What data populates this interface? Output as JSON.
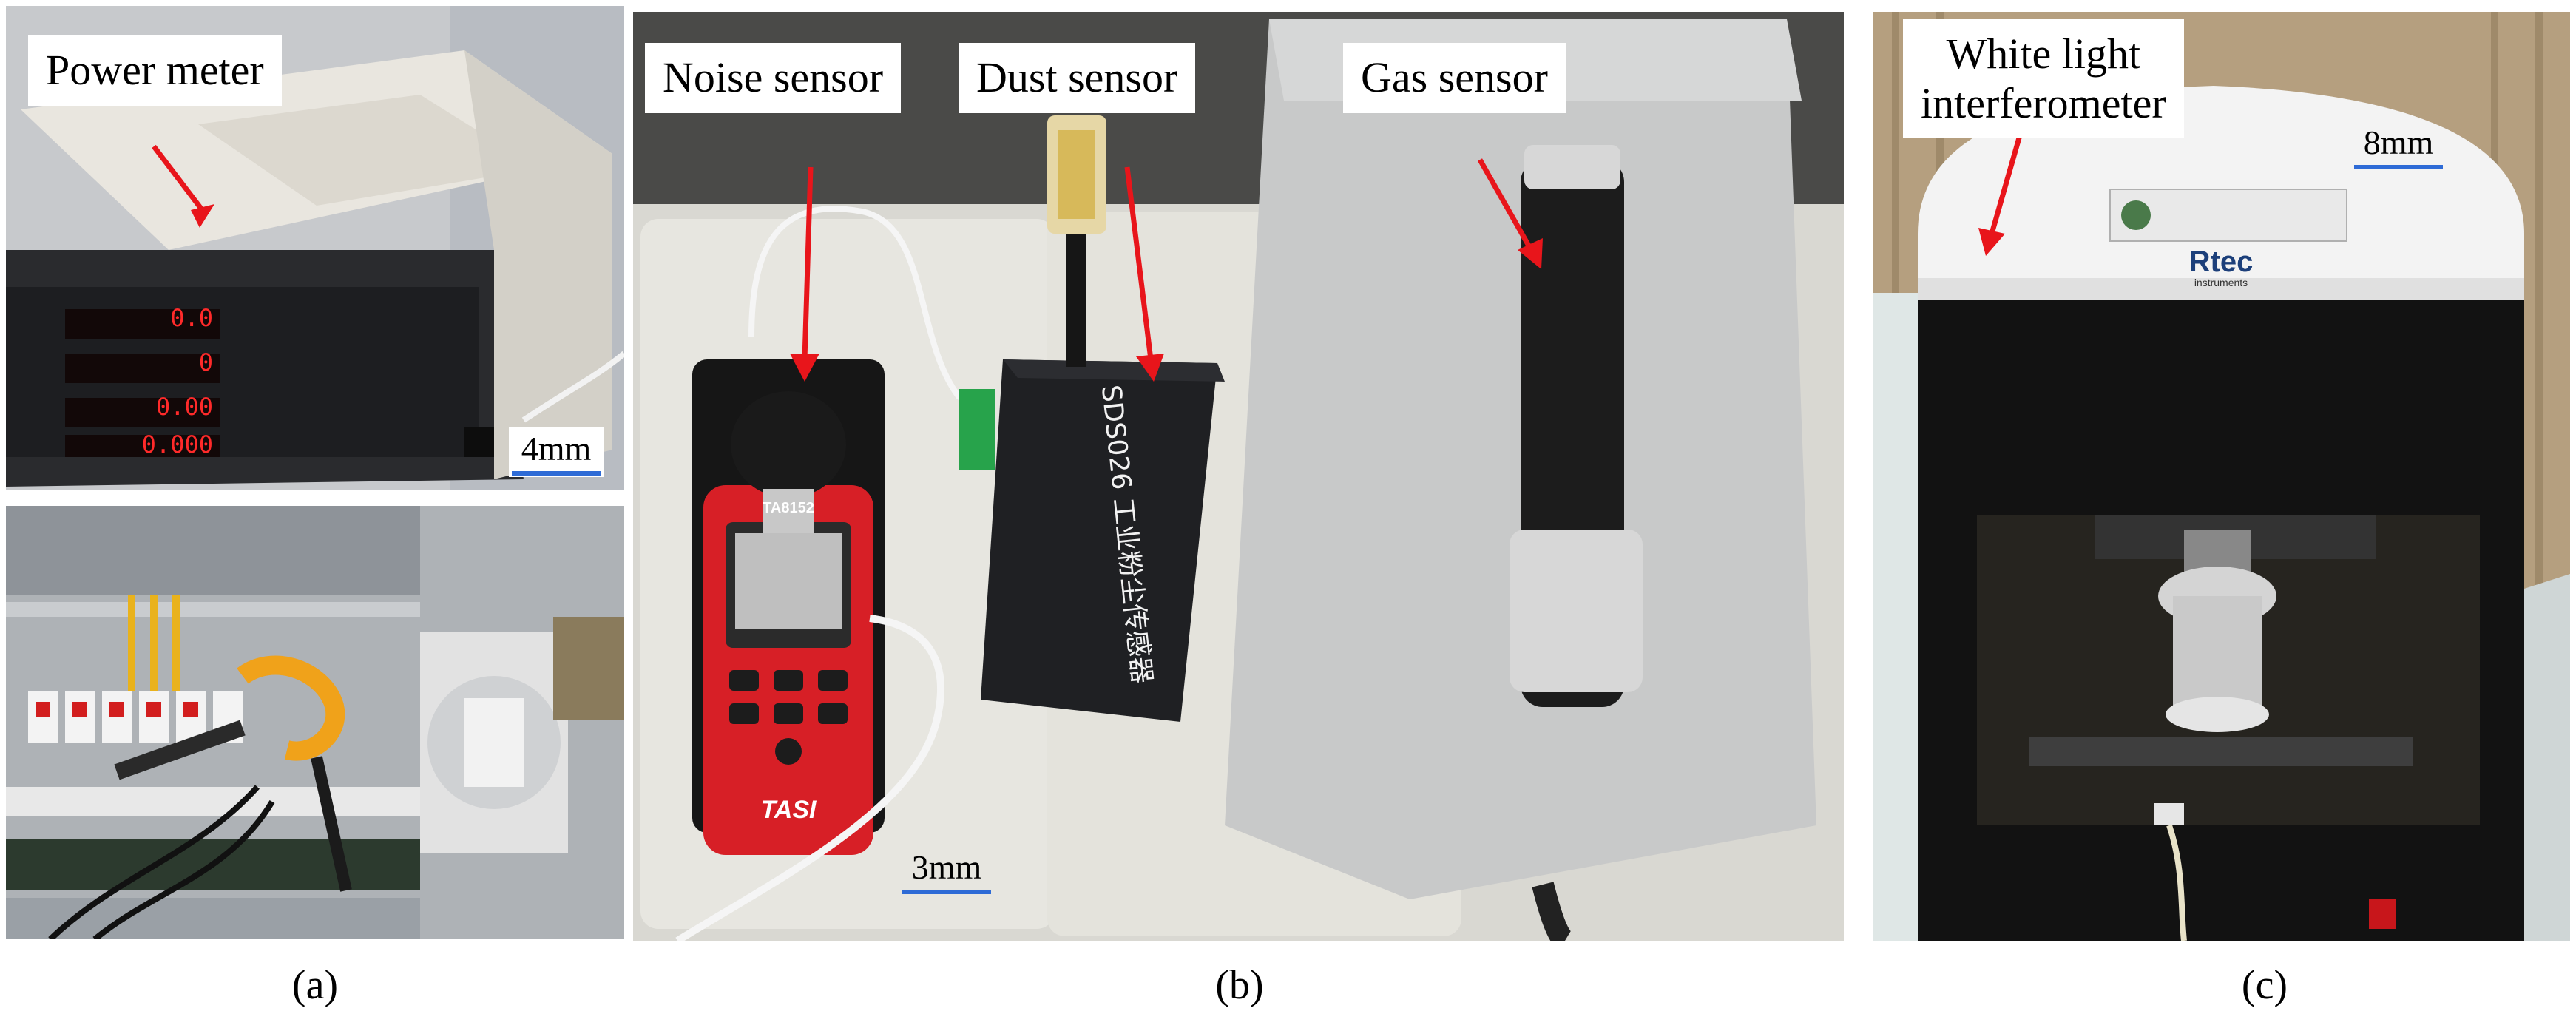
{
  "panels": {
    "a": {
      "caption": "(a)",
      "top_photo": {
        "label": "Power meter",
        "scale": "4mm"
      },
      "display_readouts": [
        "0.0",
        "0",
        "0.00",
        "0.000"
      ]
    },
    "b": {
      "caption": "(b)",
      "labels": [
        "Noise sensor",
        "Dust sensor",
        "Gas sensor"
      ],
      "scale": "3mm",
      "meter_brand": "TASI",
      "meter_model": "TA8152",
      "dust_device_text": "SDS026 工业粉尘传感器"
    },
    "c": {
      "caption": "(c)",
      "label_line1": "White light",
      "label_line2": "interferometer",
      "scale": "8mm",
      "brand": "Rtec",
      "brand_sub": "instruments"
    }
  },
  "colors": {
    "arrow": "#e8151b",
    "scale_bar": "#2e6bd6"
  }
}
